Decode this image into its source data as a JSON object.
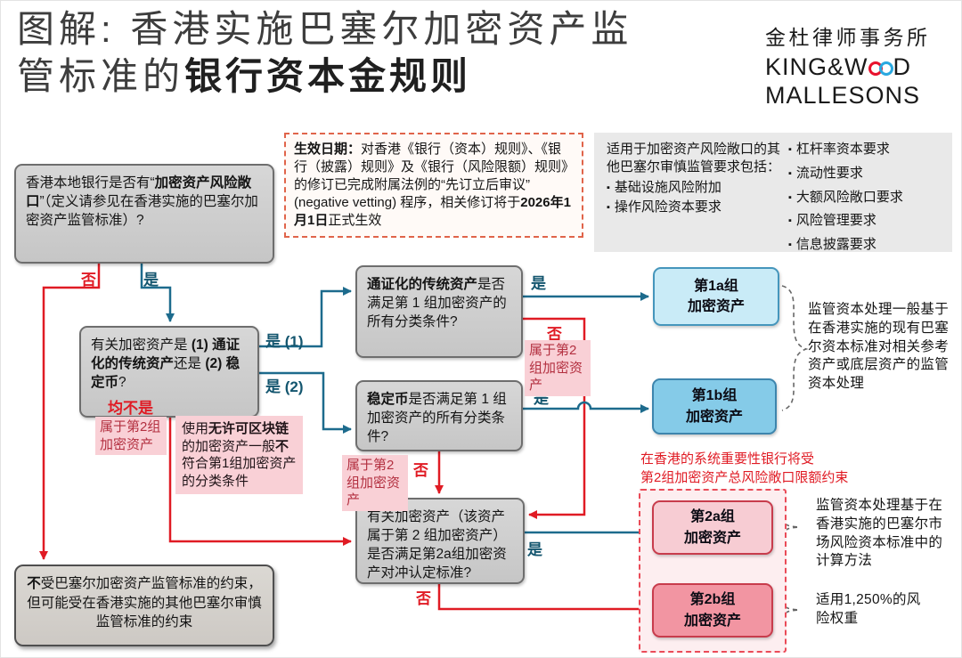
{
  "page": {
    "title_regular": "图解: 香港实施巴塞尔加密资产监管标准的",
    "title_bold": "银行资本金规则"
  },
  "logo": {
    "cn": "金杜律师事务所",
    "en_prefix": "KING&W",
    "en_suffix": "D",
    "en_line2": "MALLESONS"
  },
  "effective_date": {
    "label": "生效日期：",
    "text1": "对香港《银行（资本）规则》、《银行（披露）规则》及《银行（风险限额）规则》的修订已完成附属法例的“先订立后审议” (negative vetting) 程序，相关修订将于",
    "date": "2026年1月1日",
    "text2": "正式生效"
  },
  "info_panel": {
    "intro": "适用于加密资产风险敞口的其他巴塞尔审慎监管要求包括：",
    "col1": [
      "基础设施风险附加",
      "操作风险资本要求"
    ],
    "col2": [
      "杠杆率资本要求",
      "流动性要求",
      "大额风险敞口要求",
      "风险管理要求",
      "信息披露要求"
    ],
    "bullet_glyph": "▪"
  },
  "q1": {
    "t1": "香港本地银行是否有“",
    "b1": "加密资产风险敞口",
    "t2": "”（定义请参见在香港实施的巴塞尔加密资产监管标准）?"
  },
  "q2": {
    "t1": "有关加密资产是 ",
    "b1": "(1) 通证化的传统资产",
    "t2": "还是 ",
    "b2": "(2) 稳定币",
    "t3": "?"
  },
  "q3": {
    "b1": "通证化的传统资产",
    "t1": "是否满足第 1 组加密资产的所有分类条件?"
  },
  "q4": {
    "b1": "稳定币",
    "t1": "是否满足第 1 组加密资产的所有分类条件?"
  },
  "q5": {
    "t1": "有关加密资产（该资产属于第 2 组加密资产）是否满足第2a组加密资产对冲认定标准?"
  },
  "outcome_exempt": {
    "b1": "不",
    "t1": "受巴塞尔加密资产监管标准的约束，但可能受在香港实施的其他巴塞尔审慎监管标准的约束"
  },
  "labels": {
    "yes": "是",
    "no": "否",
    "yes1": "是 (1)",
    "yes2": "是 (2)",
    "neither": "均不是",
    "group2_note": "属于第2组加密资产"
  },
  "permissionless_note": {
    "t1": "使用",
    "b1": "无许可区块链",
    "t2": "的加密资产一般",
    "b2": "不",
    "t3": "符合第1组加密资产的分类条件"
  },
  "groups": {
    "g1a": {
      "l1": "第1a组",
      "l2": "加密资产"
    },
    "g1b": {
      "l1": "第1b组",
      "l2": "加密资产"
    },
    "g2a": {
      "l1": "第2a组",
      "l2": "加密资产"
    },
    "g2b": {
      "l1": "第2b组",
      "l2": "加密资产"
    }
  },
  "sib_warning": {
    "l1": "在香港的系统重要性银行将受",
    "l2": "第2组加密资产总风险敞口限额约束"
  },
  "annotations": {
    "group1": "监管资本处理一般基于在香港实施的现有巴塞尔资本标准对相关参考资产或底层资产的监管资本处理",
    "group2a": "监管资本处理基于在香港实施的巴塞尔市场风险资本标准中的计算方法",
    "group2b": "适用1,250%的风险权重"
  },
  "colors": {
    "flow_blue": "#1d6b8d",
    "flow_red": "#e01b24",
    "label_blue": "#14566f",
    "pink_bg": "#f9d0d6",
    "g1a_fill": "#c9ebf7",
    "g1b_fill": "#85cbe8",
    "g2a_fill": "#f7ccd3",
    "g2b_fill": "#f295a2",
    "dashed_orange": "#e0644a",
    "dashed_red": "#ea4b58",
    "logo_red": "#e8112d",
    "logo_blue": "#29a8e0"
  }
}
